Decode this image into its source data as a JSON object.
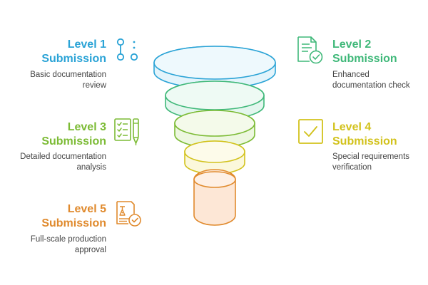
{
  "levels": [
    {
      "title_line1": "Level 1",
      "title_line2": "Submission",
      "desc_line1": "Basic documentation",
      "desc_line2": "review",
      "color": "#2aa3d6",
      "icon": "branch-icon"
    },
    {
      "title_line1": "Level 2",
      "title_line2": "Submission",
      "desc_line1": "Enhanced",
      "desc_line2": "documentation check",
      "color": "#3fb879",
      "icon": "document-check-icon"
    },
    {
      "title_line1": "Level 3",
      "title_line2": "Submission",
      "desc_line1": "Detailed documentation",
      "desc_line2": "analysis",
      "color": "#7cbb35",
      "icon": "checklist-pen-icon"
    },
    {
      "title_line1": "Level 4",
      "title_line2": "Submission",
      "desc_line1": "Special requirements",
      "desc_line2": "verification",
      "color": "#d2c21c",
      "icon": "checkbox-icon"
    },
    {
      "title_line1": "Level 5",
      "title_line2": "Submission",
      "desc_line1": "Full-scale production",
      "desc_line2": "approval",
      "color": "#e08a2d",
      "icon": "certificate-approval-icon"
    }
  ],
  "funnel_fills": [
    "#e3f4fb",
    "#e3f6ee",
    "#edf7e0",
    "#fbf8dc",
    "#fde7d6"
  ]
}
